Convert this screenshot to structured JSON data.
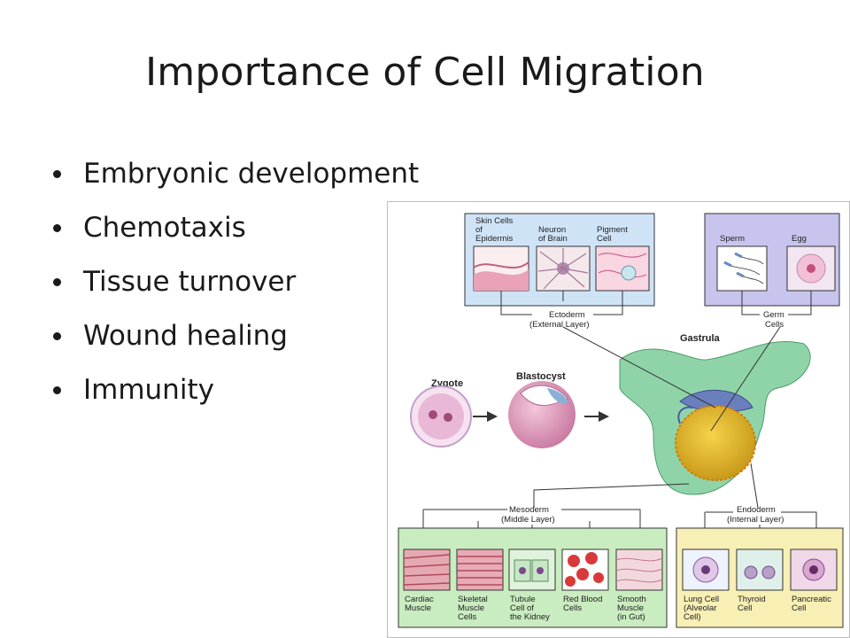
{
  "slide": {
    "title": "Importance of Cell Migration",
    "bullets": [
      "Embryonic development",
      "Chemotaxis",
      "Tissue turnover",
      "Wound healing",
      "Immunity"
    ]
  },
  "figure": {
    "ectoderm": {
      "label_1": "Ectoderm",
      "label_2": "(External Layer)",
      "cells": [
        {
          "l1": "Skin Cells",
          "l2": "of",
          "l3": "Epidermis"
        },
        {
          "l1": "Neuron",
          "l2": "of Brain",
          "l3": ""
        },
        {
          "l1": "Pigment",
          "l2": "Cell",
          "l3": ""
        }
      ]
    },
    "germ": {
      "label_1": "Germ",
      "label_2": "Cells",
      "cells": [
        {
          "l1": "Sperm"
        },
        {
          "l1": "Egg"
        }
      ]
    },
    "stages": {
      "zygote": "Zygote",
      "blastocyst": "Blastocyst",
      "gastrula": "Gastrula"
    },
    "mesoderm": {
      "label_1": "Mesoderm",
      "label_2": "(Middle Layer)",
      "cells": [
        {
          "l1": "Cardiac",
          "l2": "Muscle",
          "l3": "",
          "l4": ""
        },
        {
          "l1": "Skeletal",
          "l2": "Muscle",
          "l3": "Cells",
          "l4": ""
        },
        {
          "l1": "Tubule",
          "l2": "Cell of",
          "l3": "the Kidney",
          "l4": ""
        },
        {
          "l1": "Red Blood",
          "l2": "Cells",
          "l3": "",
          "l4": ""
        },
        {
          "l1": "Smooth",
          "l2": "Muscle",
          "l3": "(in Gut)",
          "l4": ""
        }
      ]
    },
    "endoderm": {
      "label_1": "Endoderm",
      "label_2": "(Internal Layer)",
      "cells": [
        {
          "l1": "Lung Cell",
          "l2": "(Alveolar",
          "l3": "Cell)"
        },
        {
          "l1": "Thyroid",
          "l2": "Cell",
          "l3": ""
        },
        {
          "l1": "Pancreatic",
          "l2": "Cell",
          "l3": ""
        }
      ]
    }
  }
}
